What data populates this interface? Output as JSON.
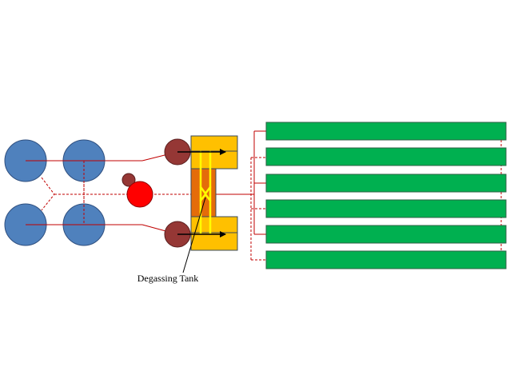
{
  "diagram": {
    "callout": {
      "label": "Degassing Tank"
    },
    "colors": {
      "background": "#ffffff",
      "blue_circle": "#4f81bd",
      "blue_outline": "#2f4f7f",
      "dark_red_circle": "#953735",
      "red_circle": "#ff0000",
      "tank_yellow": "#ffc000",
      "tank_orange": "#e46c0a",
      "tank_outline": "#3a4a5c",
      "bar_green": "#00b050",
      "bar_outline": "#2f5f45",
      "solid_line": "#c00000",
      "dashed_line": "#c00000",
      "flow_arrow": "#000000",
      "inner_arrow": "#ffff00"
    },
    "components": {
      "blue_circles": 4,
      "dark_red_circles": 3,
      "red_circles": 1,
      "green_bars": 6
    }
  }
}
